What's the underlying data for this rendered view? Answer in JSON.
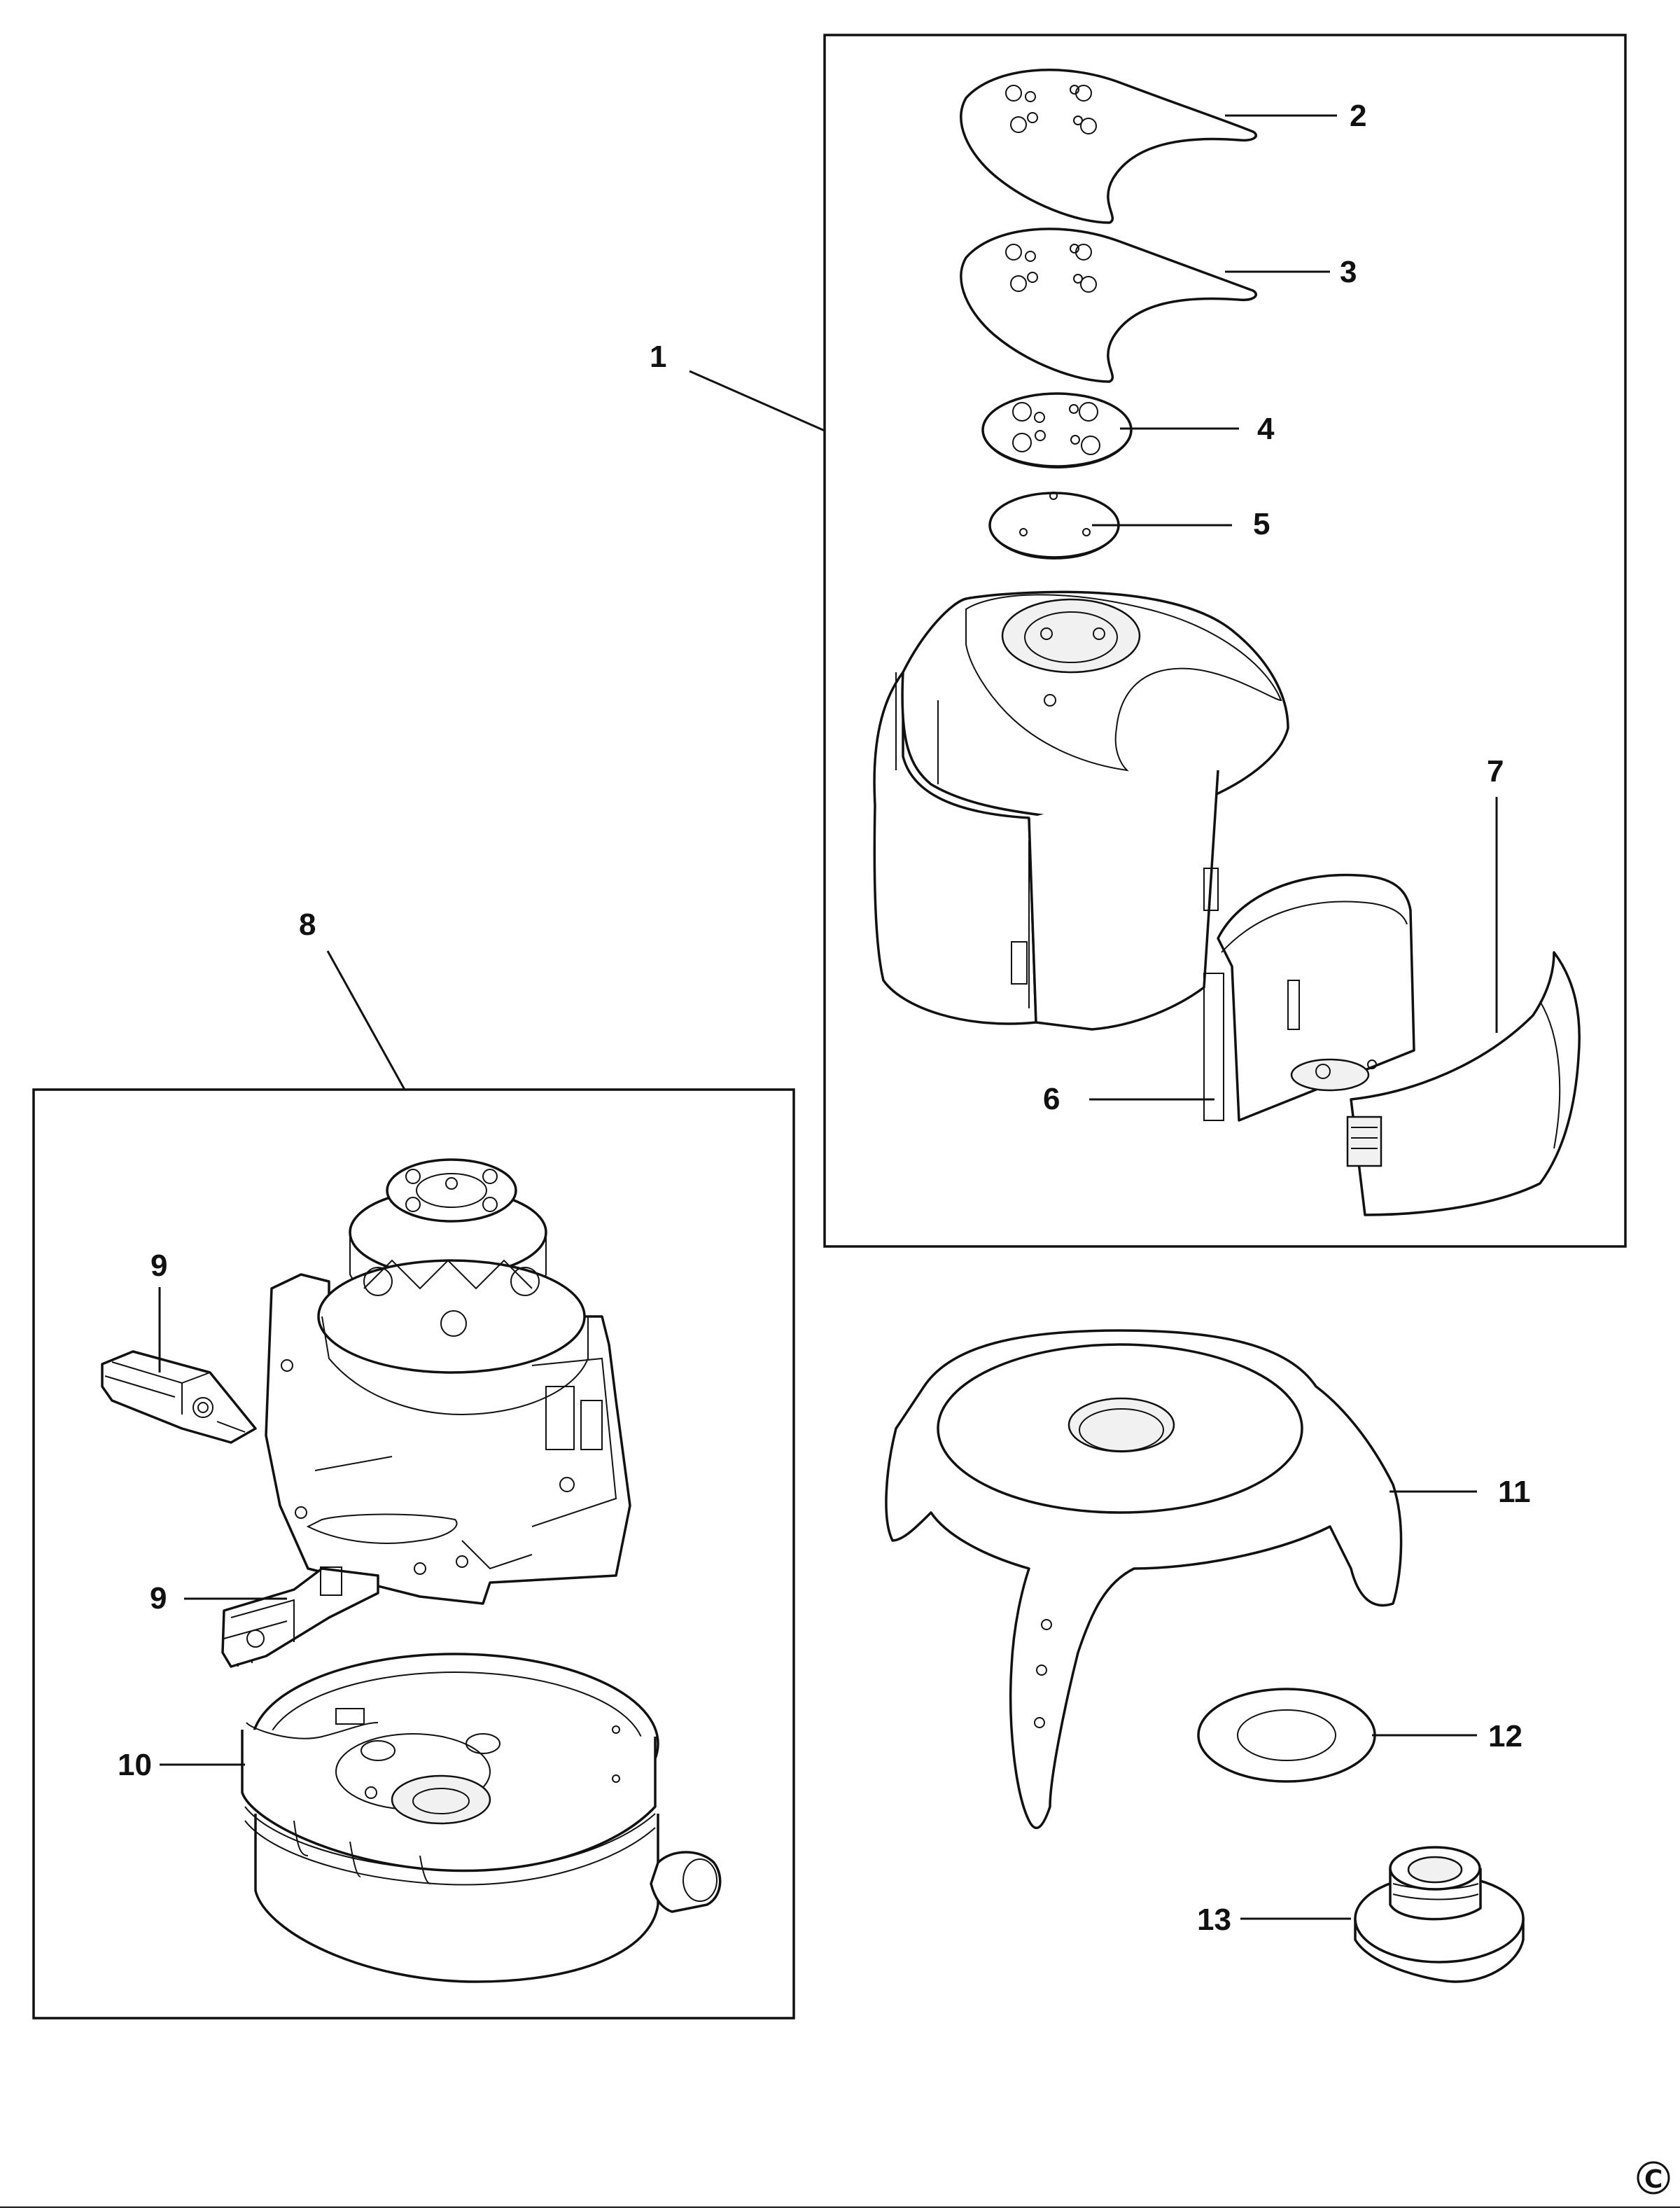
{
  "labels": {
    "l1": "1",
    "l2": "2",
    "l3": "3",
    "l4": "4",
    "l5": "5",
    "l6": "6",
    "l7": "7",
    "l8": "8",
    "l9a": "9",
    "l9b": "9",
    "l10": "10",
    "l11": "11",
    "l12": "12",
    "l13": "13"
  },
  "copyright_symbol": "C"
}
